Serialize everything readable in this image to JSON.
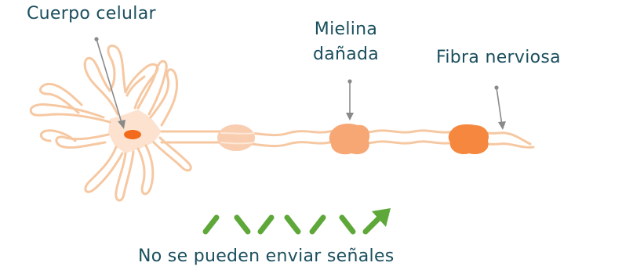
{
  "labels": {
    "cell_body": "Cuerpo celular",
    "myelin_line1": "Mielina",
    "myelin_line2": "dañada",
    "nerve_fiber": "Fibra nerviosa",
    "caption": "No se pueden enviar señales"
  },
  "colors": {
    "text": "#1b4f5e",
    "neuron_outline": "#f6c8a2",
    "nucleus": "#f26a1b",
    "soma_fill": "#fde3cf",
    "myelin_light": "#f9cdb0",
    "myelin_medium": "#f7a774",
    "myelin_dark": "#f5883e",
    "signal_arrow": "#5ea83a",
    "pointer": "#8a8a8a"
  }
}
